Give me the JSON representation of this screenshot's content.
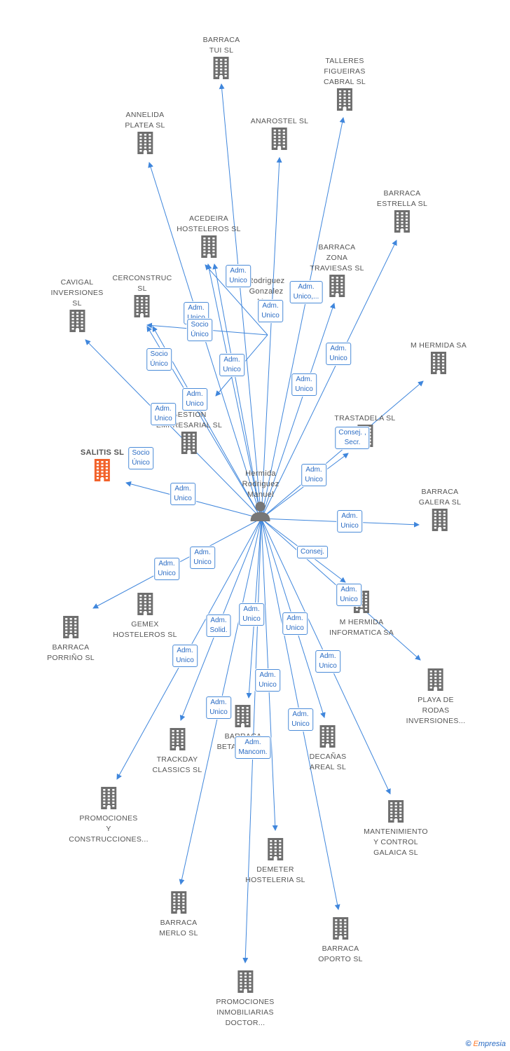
{
  "colors": {
    "edge": "#3f86dc",
    "building": "#6e6e6e",
    "main_building": "#f2622b",
    "person": "#777777"
  },
  "nodes": [
    {
      "id": "tui",
      "lines": [
        "BARRACA",
        "TUI SL"
      ]
    },
    {
      "id": "talleres",
      "lines": [
        "TALLERES",
        "FIGUEIRAS",
        "CABRAL  SL"
      ]
    },
    {
      "id": "annelida",
      "lines": [
        "ANNELIDA",
        "PLATEA SL"
      ]
    },
    {
      "id": "anarostel",
      "lines": [
        "ANAROSTEL SL"
      ]
    },
    {
      "id": "estrella",
      "lines": [
        "BARRACA",
        "ESTRELLA SL"
      ]
    },
    {
      "id": "acedeira",
      "lines": [
        "ACEDEIRA",
        "HOSTELEROS SL"
      ]
    },
    {
      "id": "zona",
      "lines": [
        "BARRACA",
        "ZONA",
        "TRAVIESAS SL"
      ]
    },
    {
      "id": "cavigal",
      "lines": [
        "CAVIGAL",
        "INVERSIONES",
        "SL"
      ]
    },
    {
      "id": "cerconstruc",
      "lines": [
        "CERCONSTRUC",
        "SL"
      ]
    },
    {
      "id": "mhermida",
      "lines": [
        "M HERMIDA SA"
      ]
    },
    {
      "id": "gestion",
      "lines": [
        "GESTION",
        "EMPRESARIAL SL"
      ]
    },
    {
      "id": "trastadela",
      "lines": [
        "TRASTADELA SL"
      ]
    },
    {
      "id": "salitis",
      "lines": [
        "SALITIS  SL"
      ]
    },
    {
      "id": "galera",
      "lines": [
        "BARRACA",
        "GALERA SL"
      ]
    },
    {
      "id": "gemex",
      "lines": [
        "GEMEX",
        "HOSTELEROS SL"
      ]
    },
    {
      "id": "porrino",
      "lines": [
        "BARRACA",
        "PORRIÑO SL"
      ]
    },
    {
      "id": "informatica",
      "lines": [
        "M HERMIDA",
        "INFORMATICA SA"
      ]
    },
    {
      "id": "playa",
      "lines": [
        "PLAYA DE",
        "RODAS",
        "INVERSIONES..."
      ]
    },
    {
      "id": "betanzos",
      "lines": [
        "BARRACA",
        "BETANZOS SL"
      ]
    },
    {
      "id": "trackday",
      "lines": [
        "TRACKDAY",
        "CLASSICS SL"
      ]
    },
    {
      "id": "decanas",
      "lines": [
        "DECAÑAS",
        "AREAL SL"
      ]
    },
    {
      "id": "promociones",
      "lines": [
        "PROMOCIONES",
        "Y",
        "CONSTRUCCIONES..."
      ]
    },
    {
      "id": "mantenimiento",
      "lines": [
        "MANTENIMIENTO",
        "Y CONTROL",
        "GALAICA SL"
      ]
    },
    {
      "id": "demeter",
      "lines": [
        "DEMETER",
        "HOSTELERIA SL"
      ]
    },
    {
      "id": "merlo",
      "lines": [
        "BARRACA",
        "MERLO SL"
      ]
    },
    {
      "id": "oporto",
      "lines": [
        "BARRACA",
        "OPORTO SL"
      ]
    },
    {
      "id": "inmobiliarias",
      "lines": [
        "PROMOCIONES",
        "INMOBILIARIAS",
        "DOCTOR..."
      ]
    }
  ],
  "persons": [
    {
      "id": "p1",
      "lines": [
        "Hermida",
        "Rodriguez",
        "Manuel"
      ]
    },
    {
      "id": "p2",
      "lines": [
        "Rodriguez",
        "Gonzalez",
        "Ma..."
      ]
    }
  ],
  "edge_labels": [
    {
      "id": "e_anarostel",
      "lines": [
        "Adm.",
        "Unico"
      ]
    },
    {
      "id": "e_p2",
      "lines": [
        "Adm.",
        "Unico"
      ]
    },
    {
      "id": "e_zona",
      "lines": [
        "Adm.",
        "Unico,..."
      ]
    },
    {
      "id": "e_acedeira",
      "lines": [
        "Adm.",
        "Unico"
      ]
    },
    {
      "id": "e_socio1",
      "lines": [
        "Socio",
        "Único"
      ]
    },
    {
      "id": "e_socio2",
      "lines": [
        "Socio",
        "Único"
      ]
    },
    {
      "id": "e_p2b",
      "lines": [
        "Adm.",
        "Unico"
      ]
    },
    {
      "id": "e_estrella",
      "lines": [
        "Adm.",
        "Unico"
      ]
    },
    {
      "id": "e_talleres",
      "lines": [
        "Adm.",
        "Unico"
      ]
    },
    {
      "id": "e_gestion",
      "lines": [
        "Adm.",
        "Unico"
      ]
    },
    {
      "id": "e_cavigal",
      "lines": [
        "Adm.",
        "Unico"
      ]
    },
    {
      "id": "e_salitis_socio",
      "lines": [
        "Socio",
        "Único"
      ]
    },
    {
      "id": "e_trastadela",
      "lines": [
        "Consej. ,",
        "Secr."
      ]
    },
    {
      "id": "e_mhermida",
      "lines": [
        "Adm.",
        "Unico"
      ]
    },
    {
      "id": "e_salitis",
      "lines": [
        "Adm.",
        "Unico"
      ]
    },
    {
      "id": "e_galera",
      "lines": [
        "Adm.",
        "Unico"
      ]
    },
    {
      "id": "e_gemex",
      "lines": [
        "Adm.",
        "Unico"
      ]
    },
    {
      "id": "e_porrino",
      "lines": [
        "Adm.",
        "Unico"
      ]
    },
    {
      "id": "e_consej",
      "lines": [
        "Consej."
      ]
    },
    {
      "id": "e_informatica",
      "lines": [
        "Adm.",
        "Unico"
      ]
    },
    {
      "id": "e_betanzos1",
      "lines": [
        "Adm.",
        "Unico"
      ]
    },
    {
      "id": "e_solid",
      "lines": [
        "Adm.",
        "Solid."
      ]
    },
    {
      "id": "e_decanas1",
      "lines": [
        "Adm.",
        "Unico"
      ]
    },
    {
      "id": "e_playa",
      "lines": [
        "Adm.",
        "Unico"
      ]
    },
    {
      "id": "e_trackday",
      "lines": [
        "Adm.",
        "Unico"
      ]
    },
    {
      "id": "e_betanzos2",
      "lines": [
        "Adm.",
        "Unico"
      ]
    },
    {
      "id": "e_merlo",
      "lines": [
        "Adm.",
        "Unico"
      ]
    },
    {
      "id": "e_decanas2",
      "lines": [
        "Adm.",
        "Unico"
      ]
    },
    {
      "id": "e_mancom",
      "lines": [
        "Adm.",
        "Mancom."
      ]
    }
  ],
  "brand": {
    "copyright": "©",
    "name_first": "E",
    "name_rest": "mpresia"
  }
}
